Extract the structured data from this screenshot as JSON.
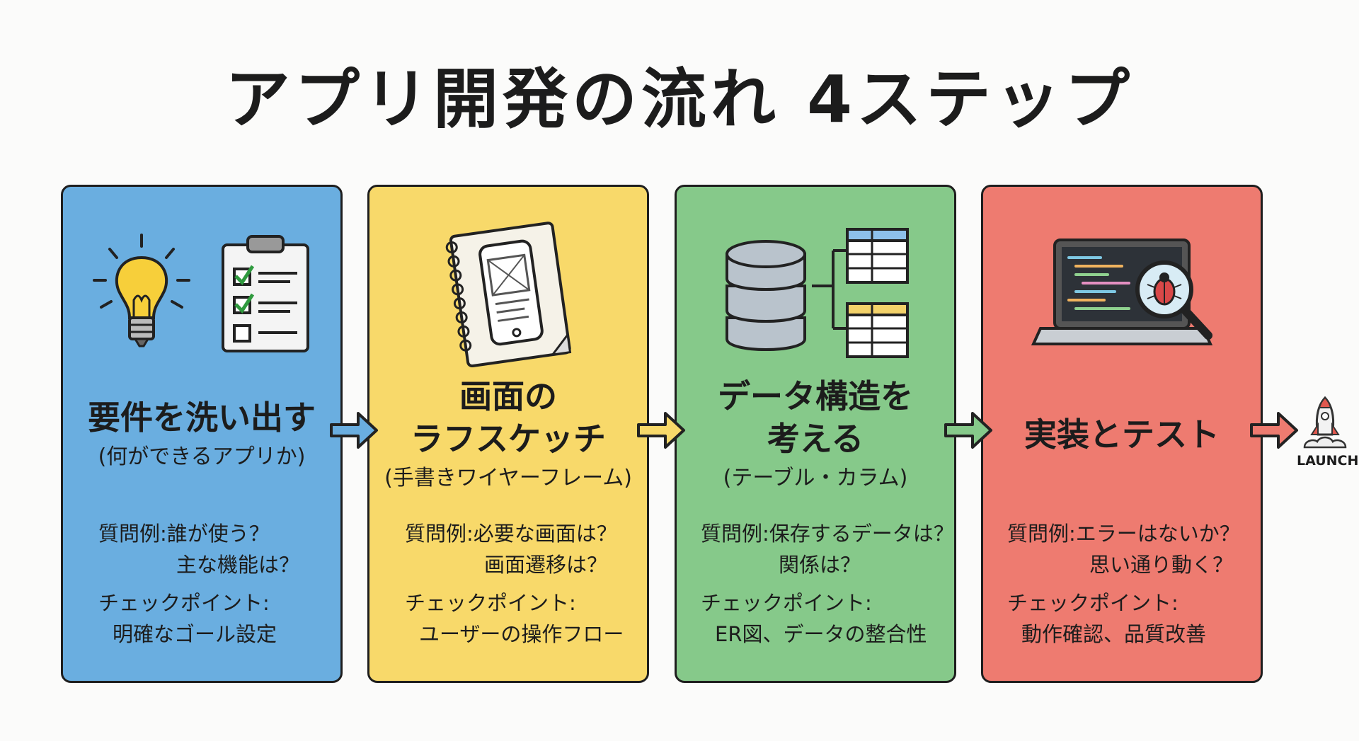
{
  "title": "アプリ開発の流れ 4ステップ",
  "colors": {
    "step1": "#6aaee0",
    "step2": "#f8d96a",
    "step3": "#86c98a",
    "step4": "#ee7b70"
  },
  "steps": [
    {
      "heading": [
        "要件を洗い出す"
      ],
      "sub": "(何ができるアプリか)",
      "question_label": "質問例:",
      "questions": [
        "誰が使う？",
        "主な機能は？"
      ],
      "check_label": "チェックポイント:",
      "check": "明確なゴール設定",
      "icons": [
        "lightbulb-icon",
        "clipboard-checklist-icon"
      ]
    },
    {
      "heading": [
        "画面の",
        "ラフスケッチ"
      ],
      "sub": "(手書きワイヤーフレーム)",
      "question_label": "質問例:",
      "questions": [
        "必要な画面は？",
        "画面遷移は？"
      ],
      "check_label": "チェックポイント:",
      "check": "ユーザーの操作フロー",
      "icons": [
        "sketchbook-phone-wireframe-icon"
      ]
    },
    {
      "heading": [
        "データ構造を",
        "考える"
      ],
      "sub": "(テーブル・カラム)",
      "question_label": "質問例:",
      "questions": [
        "保存するデータは？",
        "関係は？"
      ],
      "check_label": "チェックポイント:",
      "check": "ER図、データの整合性",
      "icons": [
        "database-icon",
        "table-icon"
      ]
    },
    {
      "heading": [
        "実装とテスト"
      ],
      "sub": "",
      "question_label": "質問例:",
      "questions": [
        "エラーはないか？",
        "思い通り動く？"
      ],
      "check_label": "チェックポイント:",
      "check": "動作確認、品質改善",
      "icons": [
        "laptop-code-icon",
        "magnifier-bug-icon"
      ]
    }
  ],
  "launch_label": "LAUNCH"
}
